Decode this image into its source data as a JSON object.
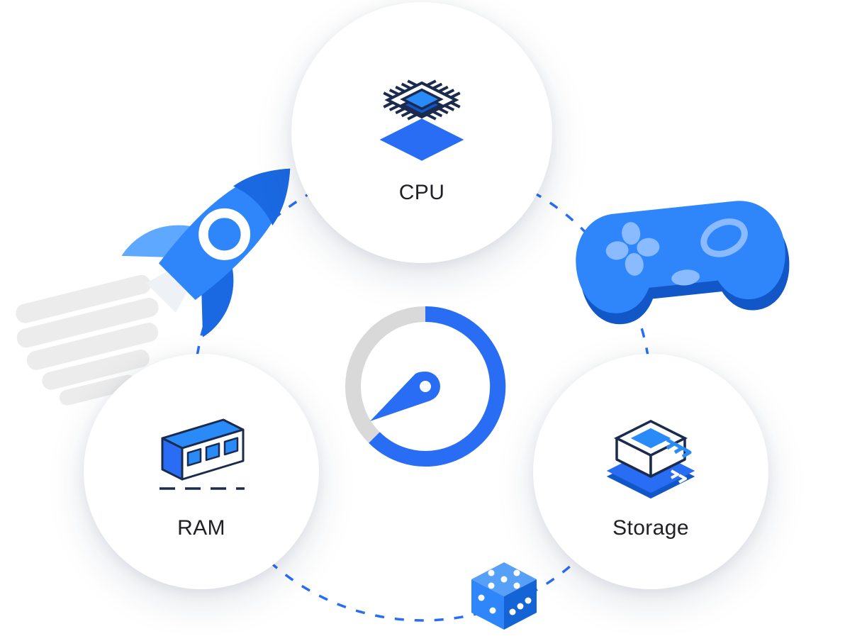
{
  "diagram": {
    "type": "hardware-components-illustration",
    "nodes": [
      {
        "id": "cpu",
        "label": "CPU",
        "icon": "cpu-chip-icon"
      },
      {
        "id": "ram",
        "label": "RAM",
        "icon": "ram-module-icon"
      },
      {
        "id": "storage",
        "label": "Storage",
        "icon": "storage-drive-icon"
      }
    ],
    "decorations": [
      {
        "icon": "rocket-icon"
      },
      {
        "icon": "rocket-smoke"
      },
      {
        "icon": "gamepad-icon"
      },
      {
        "icon": "speedometer-gauge-icon"
      },
      {
        "icon": "dice-icon"
      },
      {
        "icon": "dashed-orbit-circle"
      }
    ],
    "colors": {
      "primary_blue": "#2f86fa",
      "accent_blue": "#2a6df5",
      "dark_blue": "#1257c8",
      "light_blue": "#8abaff",
      "outline_navy": "#1a2b4d",
      "gauge_gray": "#d9d9d9",
      "smoke_gray": "#ececec",
      "label_text": "#202124",
      "node_background": "#ffffff"
    }
  }
}
